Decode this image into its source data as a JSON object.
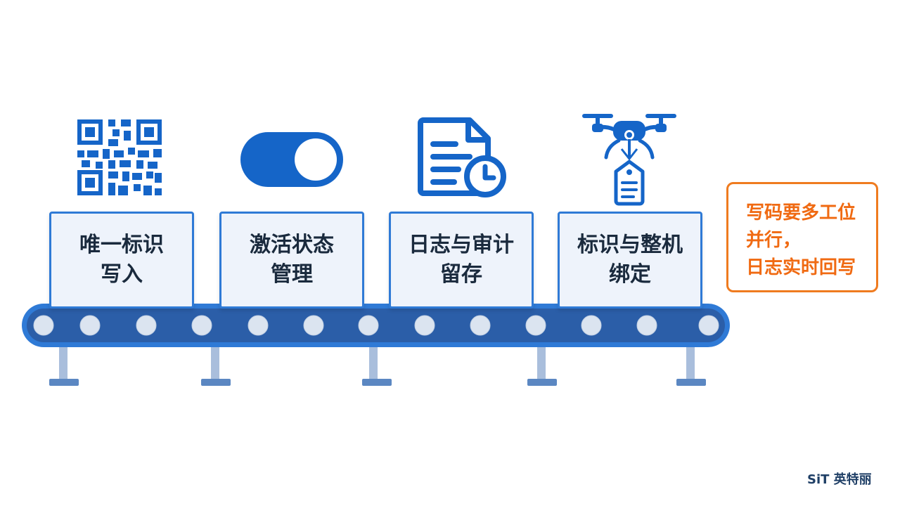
{
  "steps": [
    {
      "icon": "qr-code-icon",
      "line1": "唯一标识",
      "line2": "写入"
    },
    {
      "icon": "toggle-switch-icon",
      "line1": "激活状态",
      "line2": "管理"
    },
    {
      "icon": "document-clock-icon",
      "line1": "日志与审计",
      "line2": "留存"
    },
    {
      "icon": "drone-tag-icon",
      "line1": "标识与整机",
      "line2": "绑定"
    }
  ],
  "note": {
    "line1": "写码要多工位",
    "line2": "并行，",
    "line3": "日志实时回写"
  },
  "brand": {
    "text": "SiT 英特丽"
  },
  "colors": {
    "primary_blue": "#2f7ad6",
    "icon_blue": "#1565c8",
    "belt_dark": "#2b5ea8",
    "box_fill": "#eef3fb",
    "note_orange": "#ef7b1f",
    "text_dark": "#1a2a3d"
  }
}
